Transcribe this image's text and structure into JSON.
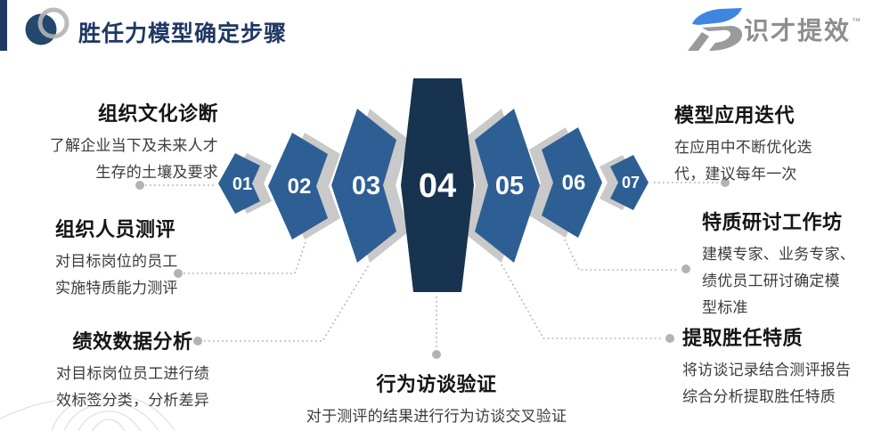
{
  "header": {
    "title": "胜任力模型确定步骤"
  },
  "brand": {
    "name": "识才提效",
    "tm": "™"
  },
  "steps": [
    {
      "number": "01",
      "title": "组织文化诊断",
      "desc_lines": [
        "了解企业当下及未来人才",
        "生存的土壤及要求"
      ]
    },
    {
      "number": "02",
      "title": "组织人员测评",
      "desc_lines": [
        "对目标岗位的员工",
        "实施特质能力测评"
      ]
    },
    {
      "number": "03",
      "title": "绩效数据分析",
      "desc_lines": [
        "对目标岗位员工进行绩",
        "效标签分类，分析差异"
      ]
    },
    {
      "number": "04",
      "title": "行为访谈验证",
      "desc_lines": [
        "对于测评的结果进行行为访谈交叉验证"
      ]
    },
    {
      "number": "05",
      "title": "提取胜任特质",
      "desc_lines": [
        "将访谈记录结合测评报告",
        "综合分析提取胜任特质"
      ]
    },
    {
      "number": "06",
      "title": "特质研讨工作坊",
      "desc_lines": [
        "建模专家、业务专家、",
        "绩优员工研讨确定模",
        "型标准"
      ]
    },
    {
      "number": "07",
      "title": "模型应用迭代",
      "desc_lines": [
        "在应用中不断优化迭",
        "代，建议每年一次"
      ]
    }
  ],
  "colors": {
    "chevron_blue": "#2d5f94",
    "chevron_dark": "#17334f",
    "extrude_gray": "#c9c9c9",
    "header_navy": "#1f3864",
    "logo_blue": "#3e86e0",
    "logo_gray": "#9a9a9a",
    "connector_gray": "#b3b3b3"
  }
}
